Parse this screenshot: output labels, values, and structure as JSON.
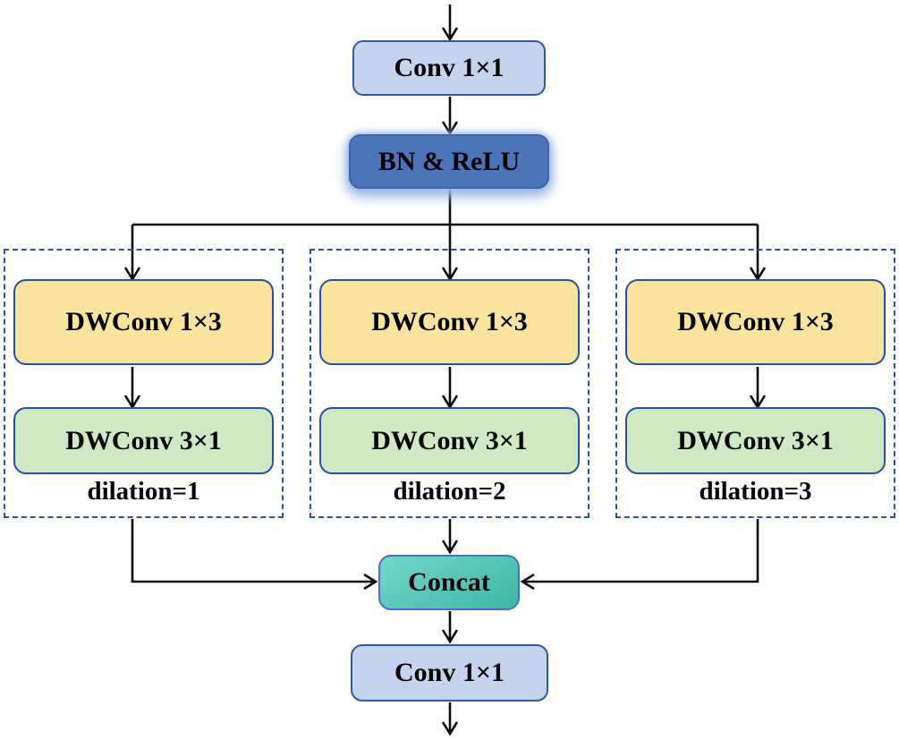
{
  "figure": {
    "nodes": {
      "conv_in": "Conv 1×1",
      "bn_relu": "BN & ReLU",
      "concat": "Concat",
      "conv_out": "Conv 1×1"
    },
    "branches": [
      {
        "top": "DWConv 1×3",
        "bottom": "DWConv 3×1",
        "caption": "dilation=1"
      },
      {
        "top": "DWConv 1×3",
        "bottom": "DWConv 3×1",
        "caption": "dilation=2"
      },
      {
        "top": "DWConv 1×3",
        "bottom": "DWConv 3×1",
        "caption": "dilation=3"
      }
    ],
    "colors": {
      "conv_fill": "#c5d4ed",
      "conv_border": "#2f58a7",
      "bn_fill": "#4b74ba",
      "bn_border": "#3c64b1",
      "bn_glow": "#9db8e4",
      "dwconv_1x3_fill": "#fae49d",
      "dwconv_3x1_fill": "#cfeac2",
      "block_border": "#2450a5",
      "branch_dash_border": "#2b50ad",
      "concat_fill_start": "#74d6ca",
      "concat_fill_end": "#3db7a7",
      "concat_border": "#4a6fc8",
      "connector": "#0a0a0a",
      "label_color": "#000000"
    }
  }
}
